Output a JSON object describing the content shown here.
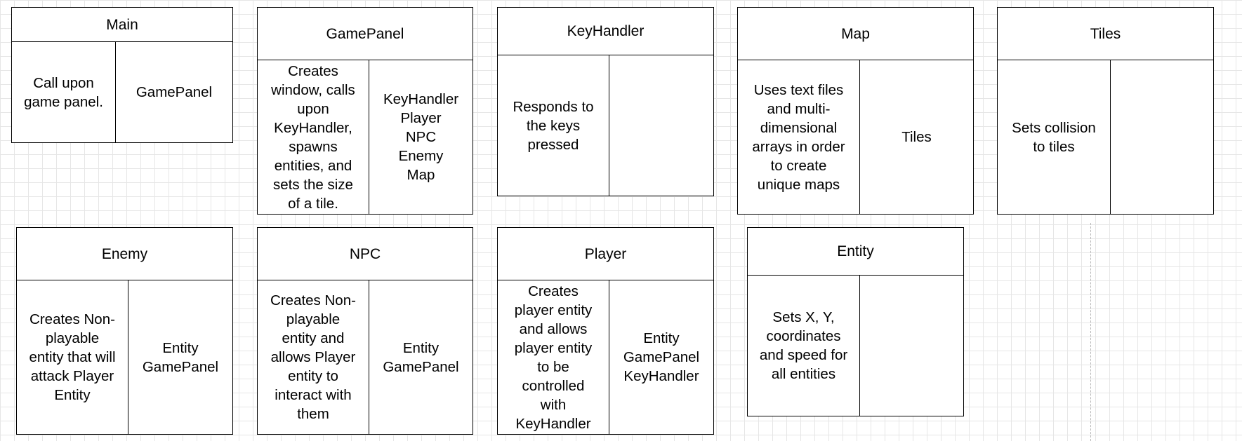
{
  "classes": [
    {
      "id": "main",
      "title": "Main",
      "description": "Call upon\ngame panel.",
      "dependencies": "GamePanel"
    },
    {
      "id": "gamepanel",
      "title": "GamePanel",
      "description": "Creates\nwindow, calls\nupon\nKeyHandler,\nspawns\nentities, and\nsets the size\nof a tile.",
      "dependencies": "KeyHandler\nPlayer\nNPC\nEnemy\nMap"
    },
    {
      "id": "keyhandler",
      "title": "KeyHandler",
      "description": "Responds to\nthe keys\npressed",
      "dependencies": ""
    },
    {
      "id": "map",
      "title": "Map",
      "description": "Uses text files\nand multi-\ndimensional\narrays in order\nto create\nunique maps",
      "dependencies": "Tiles"
    },
    {
      "id": "tiles",
      "title": "Tiles",
      "description": "Sets collision\nto tiles",
      "dependencies": ""
    },
    {
      "id": "enemy",
      "title": "Enemy",
      "description": "Creates Non-\nplayable\nentity that will\nattack Player\nEntity",
      "dependencies": "Entity\nGamePanel"
    },
    {
      "id": "npc",
      "title": "NPC",
      "description": "Creates Non-\nplayable\nentity and\nallows Player\nentity to\ninteract with\nthem",
      "dependencies": "Entity\nGamePanel"
    },
    {
      "id": "player",
      "title": "Player",
      "description": "Creates\nplayer entity\nand allows\nplayer entity\nto be\ncontrolled\nwith\nKeyHandler",
      "dependencies": "Entity\nGamePanel\nKeyHandler"
    },
    {
      "id": "entity",
      "title": "Entity",
      "description": "Sets X, Y,\ncoordinates\nand speed for\nall entities",
      "dependencies": ""
    }
  ]
}
